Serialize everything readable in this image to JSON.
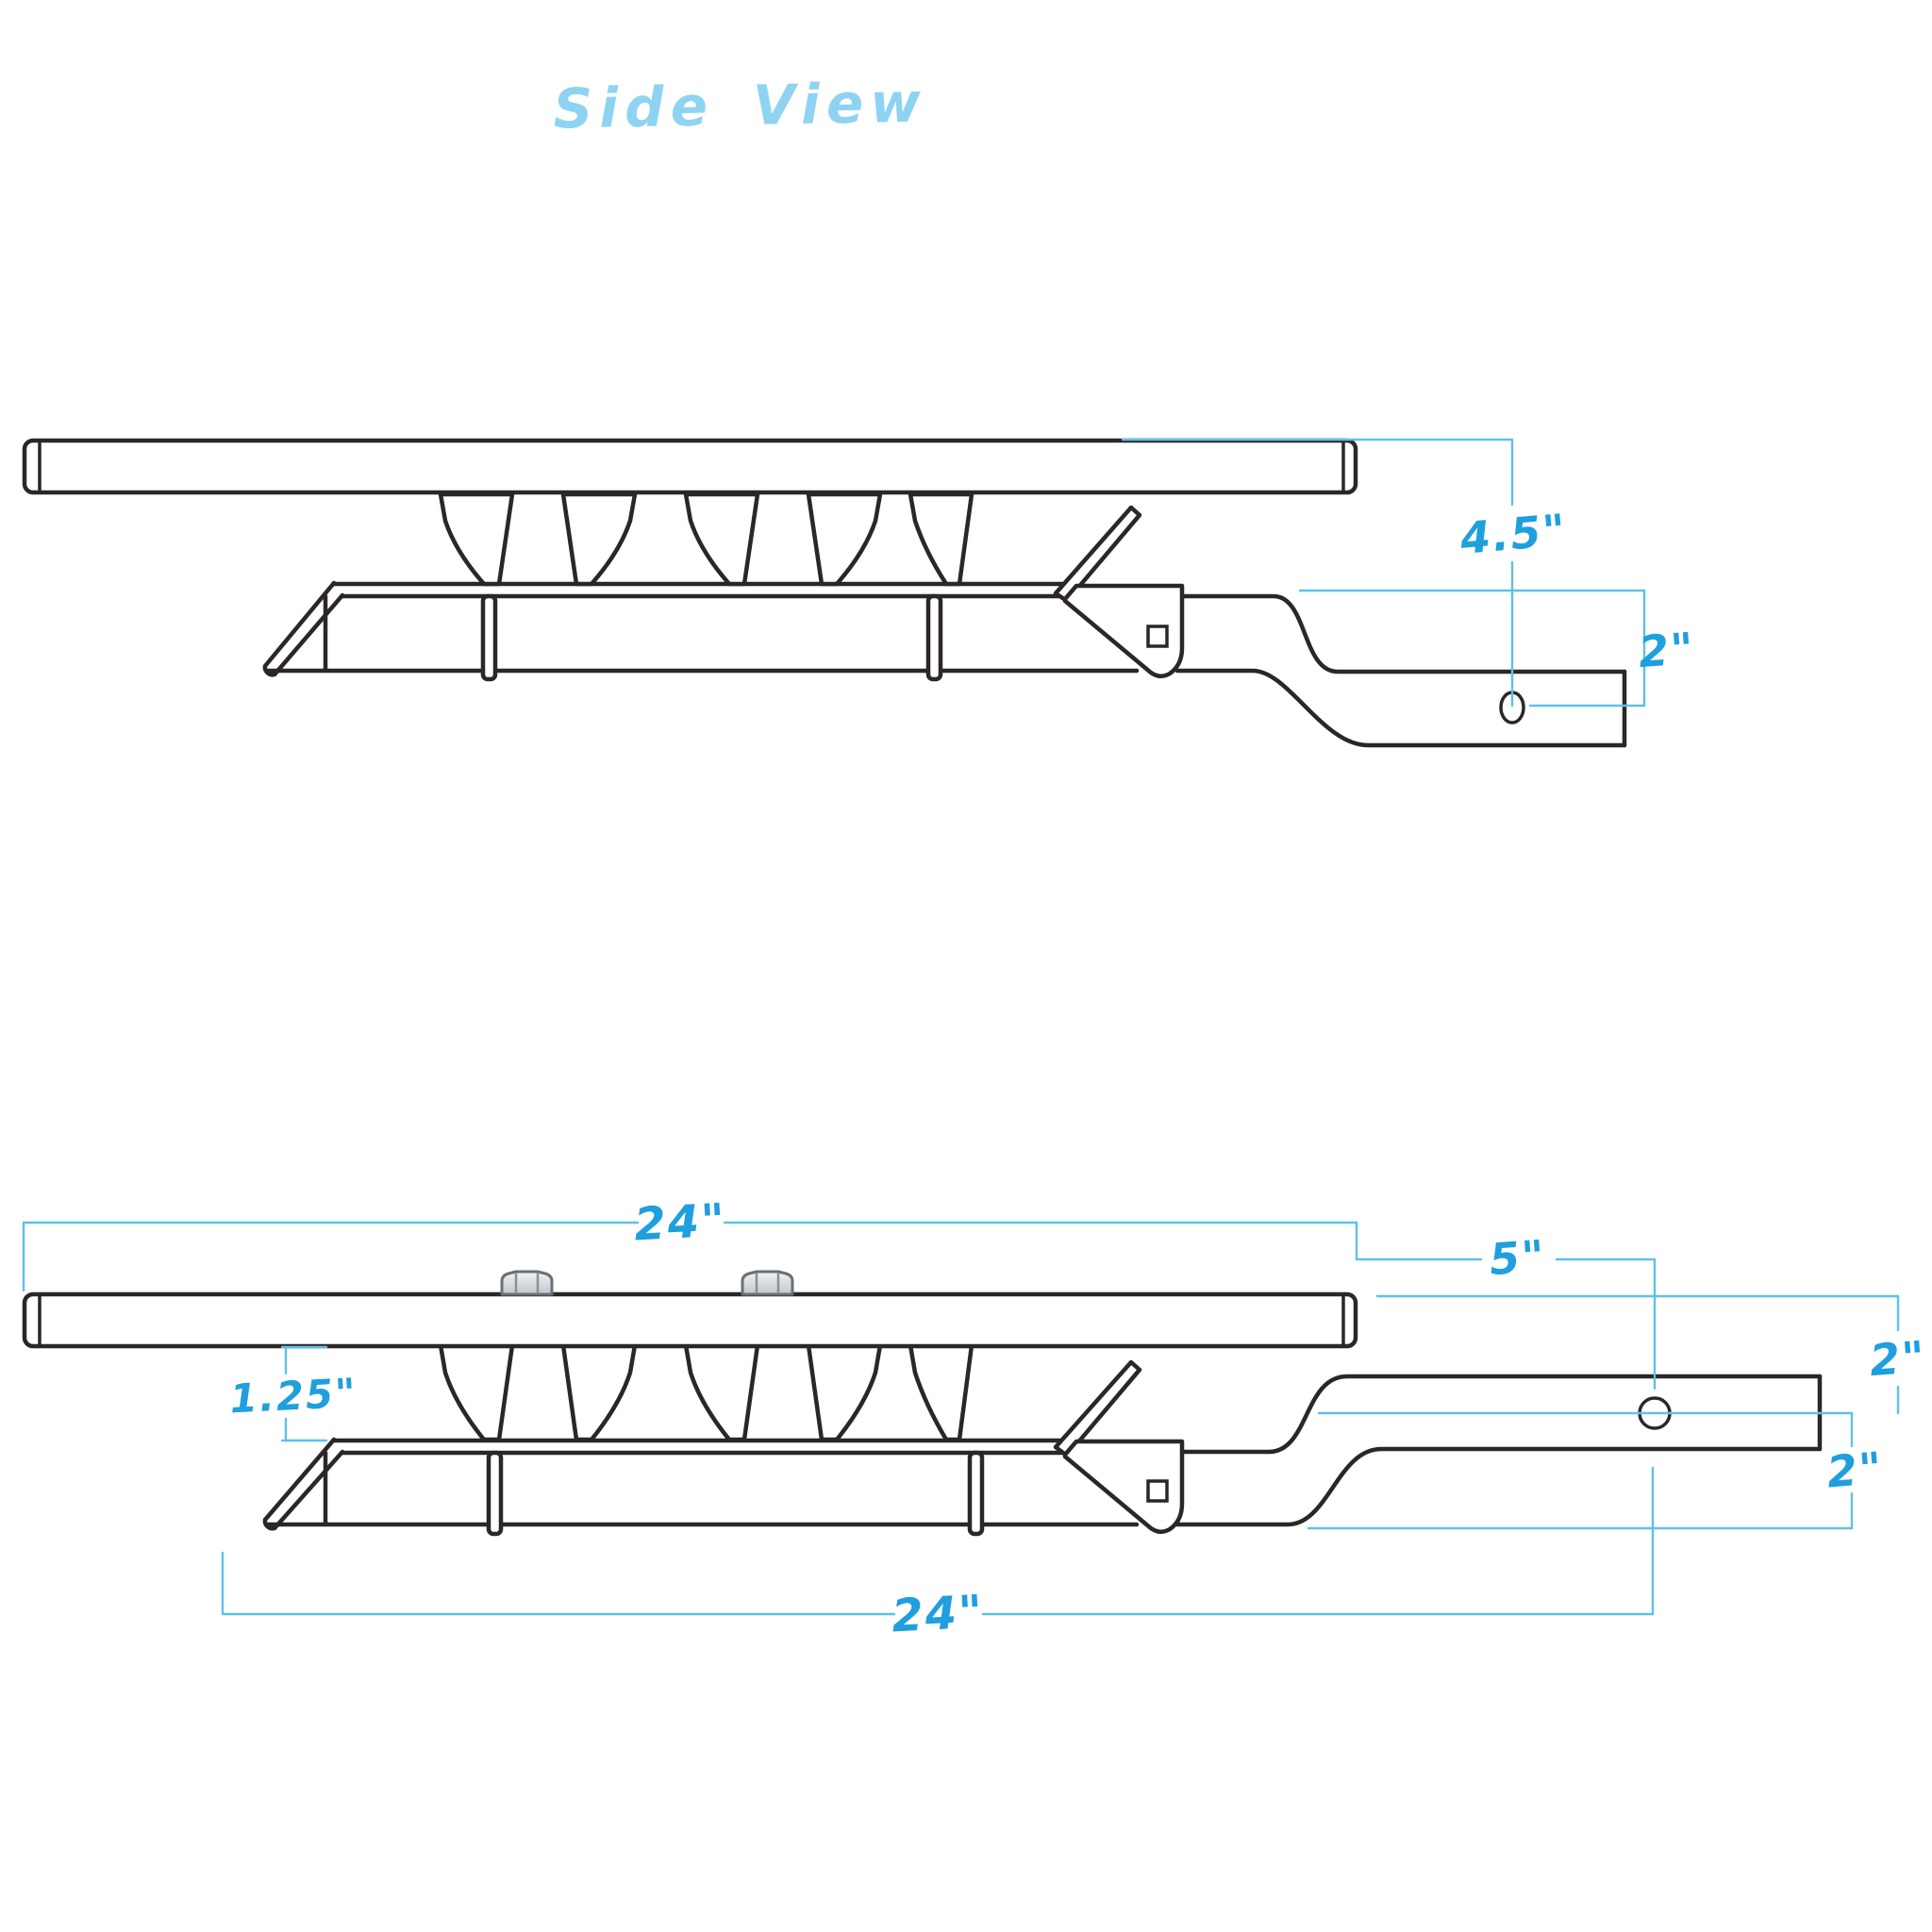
{
  "title": "Side View",
  "colors": {
    "ink": "#2b2627",
    "dim_line": "#5ec1ea",
    "dim_label": "#1f9fdd",
    "title_blue": "#8fd3f2",
    "paper": "#ffffff",
    "nut_fill_light": "#eceeef",
    "nut_fill_dark": "#c9cdd0"
  },
  "views": {
    "top": {
      "name": "hitch carrier side view - lowered position",
      "labels": {
        "drop": "4.5\"",
        "receiver": "2\""
      }
    },
    "bottom": {
      "name": "hitch carrier side view - raised position with dimensions",
      "labels": {
        "length_top": "24\"",
        "extension": "5\"",
        "rise": "2\"",
        "drop": "2\"",
        "offset": "1.25\"",
        "length_bottom": "24\""
      }
    }
  }
}
